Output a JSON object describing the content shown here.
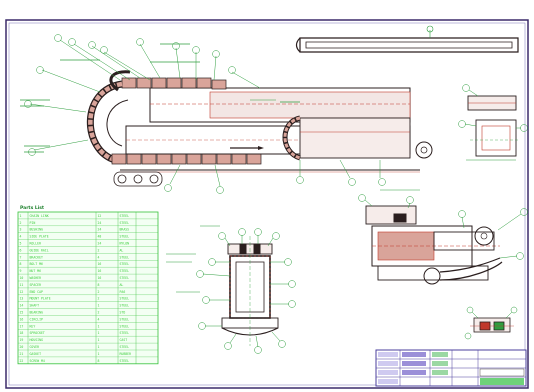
{
  "drawing": {
    "sheet_border_color": "#3b2a6a",
    "frame_color": "#5a5a8c",
    "outline_color": "#2b1f1f",
    "detail_color": "#c0392b",
    "dimension_color": "#2e9e3e",
    "callout_color": "#2e9e3e",
    "bom_color": "#36c23a",
    "titleblock_color": "#4b3f9e"
  },
  "bom": {
    "title": "Parts List",
    "rows": [
      [
        "1",
        "CHAIN LINK",
        "12",
        "STEEL"
      ],
      [
        "2",
        "PIN",
        "24",
        "STEEL"
      ],
      [
        "3",
        "BUSHING",
        "24",
        "BRASS"
      ],
      [
        "4",
        "SIDE PLATE",
        "48",
        "STEEL"
      ],
      [
        "5",
        "ROLLER",
        "24",
        "NYLON"
      ],
      [
        "6",
        "GUIDE RAIL",
        "2",
        "AL"
      ],
      [
        "7",
        "BRACKET",
        "4",
        "STEEL"
      ],
      [
        "8",
        "BOLT M6",
        "16",
        "STEEL"
      ],
      [
        "9",
        "NUT M6",
        "16",
        "STEEL"
      ],
      [
        "10",
        "WASHER",
        "16",
        "STEEL"
      ],
      [
        "11",
        "SPACER",
        "8",
        "AL"
      ],
      [
        "12",
        "END CAP",
        "2",
        "PA6"
      ],
      [
        "13",
        "MOUNT PLATE",
        "2",
        "STEEL"
      ],
      [
        "14",
        "SHAFT",
        "1",
        "STEEL"
      ],
      [
        "15",
        "BEARING",
        "2",
        "STD"
      ],
      [
        "16",
        "CIRCLIP",
        "4",
        "STEEL"
      ],
      [
        "17",
        "KEY",
        "1",
        "STEEL"
      ],
      [
        "18",
        "SPROCKET",
        "1",
        "STEEL"
      ],
      [
        "19",
        "HOUSING",
        "1",
        "CAST"
      ],
      [
        "20",
        "COVER",
        "1",
        "STEEL"
      ],
      [
        "21",
        "GASKET",
        "1",
        "RUBBER"
      ],
      [
        "22",
        "SCREW M4",
        "8",
        "STEEL"
      ]
    ]
  },
  "titleblock": {
    "rows": [
      [
        "",
        "",
        "",
        ""
      ],
      [
        "",
        "",
        "",
        ""
      ],
      [
        "",
        "",
        "",
        ""
      ],
      [
        "",
        "",
        "",
        ""
      ]
    ]
  }
}
